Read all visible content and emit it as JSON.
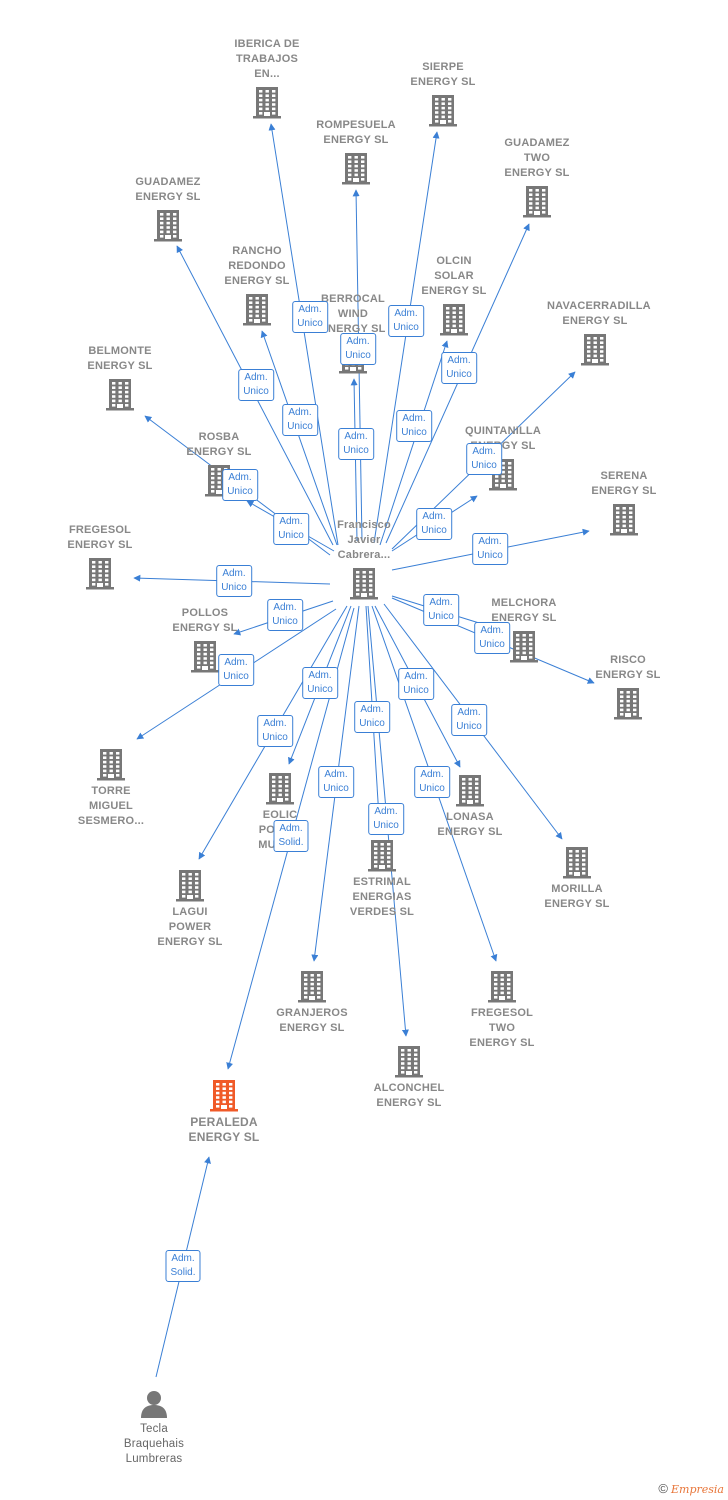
{
  "center": {
    "id": "francisco",
    "lines": [
      "Francisco",
      "Javier",
      "Cabrera..."
    ]
  },
  "companies": [
    {
      "id": "iberica",
      "lines": [
        "IBERICA DE",
        "TRABAJOS",
        "EN..."
      ]
    },
    {
      "id": "sierpe",
      "lines": [
        "SIERPE",
        "ENERGY  SL"
      ]
    },
    {
      "id": "rompesuela",
      "lines": [
        "ROMPESUELA",
        "ENERGY  SL"
      ]
    },
    {
      "id": "guadamez-two",
      "lines": [
        "GUADAMEZ",
        "TWO",
        "ENERGY  SL"
      ]
    },
    {
      "id": "guadamez",
      "lines": [
        "GUADAMEZ",
        "ENERGY  SL"
      ]
    },
    {
      "id": "rancho",
      "lines": [
        "RANCHO",
        "REDONDO",
        "ENERGY  SL"
      ]
    },
    {
      "id": "berrocal",
      "lines": [
        "BERROCAL",
        "WIND",
        "ENERGY  SL"
      ]
    },
    {
      "id": "olcin",
      "lines": [
        "OLCIN",
        "SOLAR",
        "ENERGY  SL"
      ]
    },
    {
      "id": "navacerradilla",
      "lines": [
        "NAVACERRADILLA",
        "ENERGY  SL"
      ]
    },
    {
      "id": "belmonte",
      "lines": [
        "BELMONTE",
        "ENERGY  SL"
      ]
    },
    {
      "id": "rosba",
      "lines": [
        "ROSBA",
        "ENERGY  SL"
      ]
    },
    {
      "id": "quintanilla",
      "lines": [
        "QUINTANILLA",
        "ENERGY  SL"
      ]
    },
    {
      "id": "serena",
      "lines": [
        "SERENA",
        "ENERGY  SL"
      ]
    },
    {
      "id": "fregesol",
      "lines": [
        "FREGESOL",
        "ENERGY  SL"
      ]
    },
    {
      "id": "pollos",
      "lines": [
        "POLLOS",
        "ENERGY  SL"
      ]
    },
    {
      "id": "melchora",
      "lines": [
        "MELCHORA",
        "ENERGY  SL"
      ]
    },
    {
      "id": "risco",
      "lines": [
        "RISCO",
        "ENERGY  SL"
      ]
    },
    {
      "id": "torre",
      "lines": [
        "TORRE",
        "MIGUEL",
        "SESMERO..."
      ]
    },
    {
      "id": "eolic",
      "lines": [
        "EOLIC",
        "POWER",
        "MULTI..."
      ]
    },
    {
      "id": "lonasa",
      "lines": [
        "LONASA",
        "ENERGY  SL"
      ]
    },
    {
      "id": "estrimal",
      "lines": [
        "ESTRIMAL",
        "ENERGIAS",
        "VERDES  SL"
      ]
    },
    {
      "id": "morilla",
      "lines": [
        "MORILLA",
        "ENERGY  SL"
      ]
    },
    {
      "id": "lagui",
      "lines": [
        "LAGUI",
        "POWER",
        "ENERGY  SL"
      ]
    },
    {
      "id": "granjeros",
      "lines": [
        "GRANJEROS",
        "ENERGY  SL"
      ]
    },
    {
      "id": "fregesol-two",
      "lines": [
        "FREGESOL",
        "TWO",
        "ENERGY  SL"
      ]
    },
    {
      "id": "alconchel",
      "lines": [
        "ALCONCHEL",
        "ENERGY  SL"
      ]
    },
    {
      "id": "peraleda",
      "lines": [
        "PERALEDA",
        "ENERGY  SL"
      ],
      "highlight": true
    }
  ],
  "persons": [
    {
      "id": "tecla",
      "lines": [
        "Tecla",
        "Braquehais",
        "Lumbreras"
      ]
    }
  ],
  "relations": [
    {
      "from": "francisco",
      "to": "iberica",
      "role": [
        "Adm.",
        "Unico"
      ]
    },
    {
      "from": "francisco",
      "to": "sierpe",
      "role": [
        "Adm.",
        "Unico"
      ]
    },
    {
      "from": "francisco",
      "to": "rompesuela",
      "role": [
        "Adm.",
        "Unico"
      ]
    },
    {
      "from": "francisco",
      "to": "guadamez-two",
      "role": [
        "Adm.",
        "Unico"
      ]
    },
    {
      "from": "francisco",
      "to": "guadamez",
      "role": [
        "Adm.",
        "Unico"
      ]
    },
    {
      "from": "francisco",
      "to": "rancho",
      "role": [
        "Adm.",
        "Unico"
      ]
    },
    {
      "from": "francisco",
      "to": "berrocal",
      "role": [
        "Adm.",
        "Unico"
      ]
    },
    {
      "from": "francisco",
      "to": "olcin",
      "role": [
        "Adm.",
        "Unico"
      ]
    },
    {
      "from": "francisco",
      "to": "navacerradilla",
      "role": [
        "Adm.",
        "Unico"
      ]
    },
    {
      "from": "francisco",
      "to": "belmonte",
      "role": [
        "Adm.",
        "Unico"
      ]
    },
    {
      "from": "francisco",
      "to": "rosba",
      "role": [
        "Adm.",
        "Unico"
      ]
    },
    {
      "from": "francisco",
      "to": "quintanilla",
      "role": [
        "Adm.",
        "Unico"
      ]
    },
    {
      "from": "francisco",
      "to": "serena",
      "role": [
        "Adm.",
        "Unico"
      ]
    },
    {
      "from": "francisco",
      "to": "fregesol",
      "role": [
        "Adm.",
        "Unico"
      ]
    },
    {
      "from": "francisco",
      "to": "pollos",
      "role": [
        "Adm.",
        "Unico"
      ]
    },
    {
      "from": "francisco",
      "to": "melchora",
      "role": [
        "Adm.",
        "Unico"
      ]
    },
    {
      "from": "francisco",
      "to": "risco",
      "role": [
        "Adm.",
        "Unico"
      ]
    },
    {
      "from": "francisco",
      "to": "torre",
      "role": [
        "Adm.",
        "Unico"
      ]
    },
    {
      "from": "francisco",
      "to": "eolic",
      "role": [
        "Adm.",
        "Unico"
      ]
    },
    {
      "from": "francisco",
      "to": "lonasa",
      "role": [
        "Adm.",
        "Unico"
      ]
    },
    {
      "from": "francisco",
      "to": "estrimal",
      "role": [
        "Adm.",
        "Unico"
      ]
    },
    {
      "from": "francisco",
      "to": "morilla",
      "role": [
        "Adm.",
        "Unico"
      ]
    },
    {
      "from": "francisco",
      "to": "lagui",
      "role": [
        "Adm.",
        "Unico"
      ]
    },
    {
      "from": "francisco",
      "to": "granjeros",
      "role": [
        "Adm.",
        "Unico"
      ]
    },
    {
      "from": "francisco",
      "to": "fregesol-two",
      "role": [
        "Adm.",
        "Unico"
      ]
    },
    {
      "from": "francisco",
      "to": "alconchel",
      "role": [
        "Adm.",
        "Unico"
      ]
    },
    {
      "from": "francisco",
      "to": "peraleda",
      "role": [
        "Adm.",
        "Solid."
      ]
    },
    {
      "from": "tecla",
      "to": "peraleda",
      "role": [
        "Adm.",
        "Solid."
      ]
    }
  ],
  "colors": {
    "edge": "#3a7fd5",
    "building": "#777777",
    "highlight": "#f05a28",
    "person": "#777777"
  },
  "icons": {
    "company": "building-icon",
    "person": "person-icon"
  },
  "footer": {
    "copyright": "©",
    "brand": "Empresia"
  }
}
